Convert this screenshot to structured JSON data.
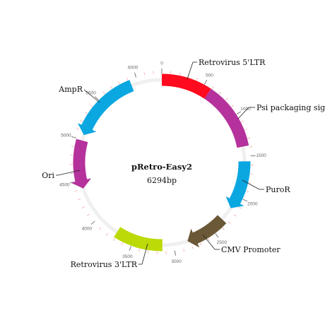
{
  "plasmid": {
    "name": "pRetro-Easy2",
    "size_label": "6294bp",
    "length_bp": 6294
  },
  "backbone_color": "#f0f0f0",
  "ticks": [
    {
      "bp": 0,
      "label": "0"
    },
    {
      "bp": 500,
      "label": "500"
    },
    {
      "bp": 1000,
      "label": "1000"
    },
    {
      "bp": 1500,
      "label": "1500"
    },
    {
      "bp": 2000,
      "label": "2000"
    },
    {
      "bp": 2500,
      "label": "2500"
    },
    {
      "bp": 3000,
      "label": "3000"
    },
    {
      "bp": 3500,
      "label": "3500"
    },
    {
      "bp": 4000,
      "label": "4000"
    },
    {
      "bp": 4500,
      "label": "4500"
    },
    {
      "bp": 5000,
      "label": "5000"
    },
    {
      "bp": 5500,
      "label": "5500"
    },
    {
      "bp": 6000,
      "label": "6000"
    }
  ],
  "features": [
    {
      "id": "retrovirus-5ltr",
      "label": "Retrovirus 5'LTR",
      "start": 0,
      "end": 590,
      "color": "#ff0a1e",
      "arrow": false,
      "direction": "cw"
    },
    {
      "id": "psi-packaging-signal",
      "label": "Psi packaging signal",
      "start": 590,
      "end": 1380,
      "color": "#b5319b",
      "arrow": false,
      "direction": "cw"
    },
    {
      "id": "puror",
      "label": "PuroR",
      "start": 1560,
      "end": 2160,
      "color": "#0ba7e1",
      "arrow": true,
      "direction": "cw"
    },
    {
      "id": "cmv-promoter",
      "label": "CMV Promoter",
      "start": 2330,
      "end": 2830,
      "color": "#6b5837",
      "arrow": true,
      "direction": "cw"
    },
    {
      "id": "retrovirus-3ltr",
      "label": "Retrovirus 3'LTR",
      "start": 3140,
      "end": 3720,
      "color": "#bcda07",
      "arrow": false,
      "direction": "cw"
    },
    {
      "id": "ori",
      "label": "Ori",
      "start": 4400,
      "end": 4990,
      "color": "#b5319b",
      "arrow": true,
      "direction": "ccw"
    },
    {
      "id": "ampr",
      "label": "AmpR",
      "start": 5060,
      "end": 5920,
      "color": "#0ba7e1",
      "arrow": true,
      "direction": "ccw"
    }
  ]
}
